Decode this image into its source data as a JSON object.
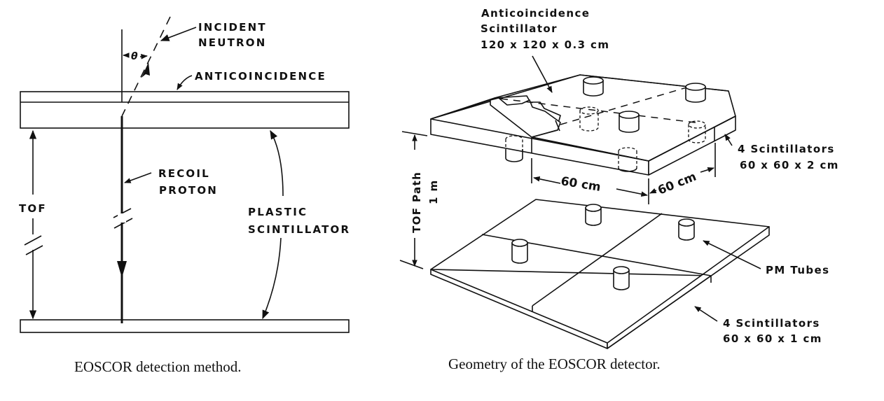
{
  "left_figure": {
    "labels": {
      "incident_line1": "INCIDENT",
      "incident_line2": "NEUTRON",
      "theta": "θ",
      "anticoincidence": "ANTICOINCIDENCE",
      "recoil_line1": "RECOIL",
      "recoil_line2": "PROTON",
      "tof": "TOF",
      "plastic_line1": "PLASTIC",
      "plastic_line2": "SCINTILLATOR"
    },
    "caption": "EOSCOR detection method."
  },
  "right_figure": {
    "labels": {
      "anti_line1": "Anticoincidence",
      "anti_line2": "Scintillator",
      "anti_line3": "120 x 120 x 0.3 cm",
      "top_scint_line1": "4 Scintillators",
      "top_scint_line2": "60 x 60 x 2 cm",
      "dim_60_left": "60 cm",
      "dim_60_right": "60 cm",
      "tof_path": "TOF Path",
      "tof_dist": "1 m",
      "pm_tubes": "PM Tubes",
      "bottom_scint_line1": "4 Scintillators",
      "bottom_scint_line2": "60 x 60 x 1 cm"
    },
    "caption": "Geometry of the EOSCOR detector."
  }
}
